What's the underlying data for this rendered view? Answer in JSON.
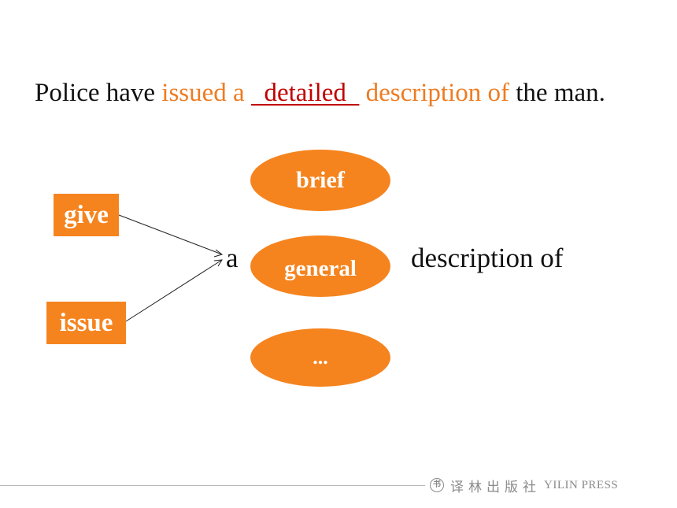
{
  "sentence": {
    "part1": "Police have ",
    "part2": "issued a",
    "blank_pre": "  ",
    "answer": "detailed",
    "blank_post": "  ",
    "part3": " description of",
    "part4": " the man."
  },
  "verbs": [
    "give",
    "issue"
  ],
  "article": "a",
  "adjectives": [
    "brief",
    "general",
    "..."
  ],
  "phrase": "description of",
  "footer": {
    "logo_glyph": "书",
    "publisher_cn": "译林出版社",
    "publisher_en": "YILIN PRESS"
  },
  "colors": {
    "accent_orange": "#f5841f",
    "text_orange": "#ee7c22",
    "answer_red": "#c00000"
  }
}
